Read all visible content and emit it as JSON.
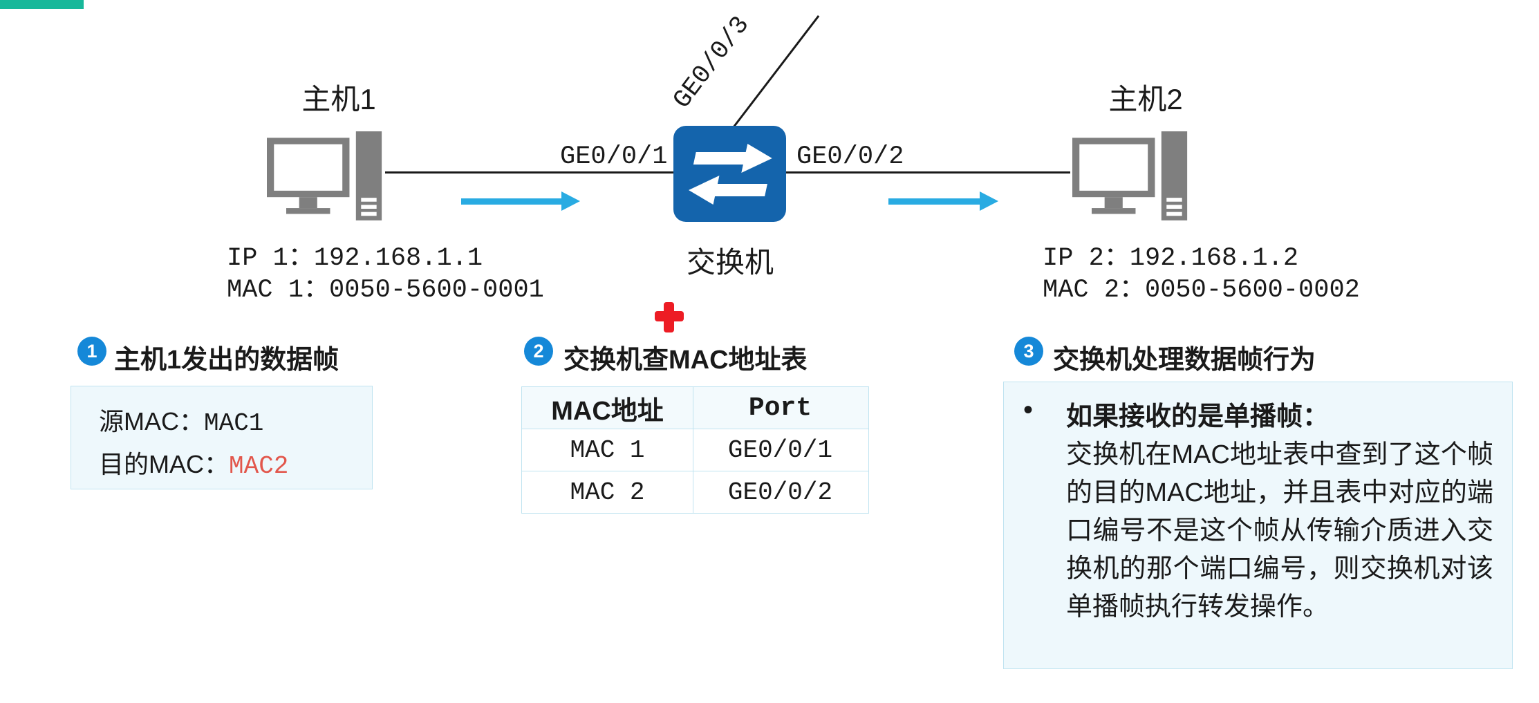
{
  "topology": {
    "host1": {
      "label": "主机1",
      "ip": "IP 1：192.168.1.1",
      "mac": "MAC 1：0050-5600-0001"
    },
    "host2": {
      "label": "主机2",
      "ip": "IP 2：192.168.1.2",
      "mac": "MAC 2：0050-5600-0002"
    },
    "switch": {
      "label": "交换机"
    },
    "ports": {
      "left": "GE0/0/1",
      "right": "GE0/0/2",
      "top": "GE0/0/3"
    }
  },
  "sections": {
    "s1": {
      "num": "1",
      "title": "主机1发出的数据帧",
      "frame": {
        "src_label": "源MAC：",
        "src_value": "MAC1",
        "dst_label": "目的MAC：",
        "dst_value": "MAC2"
      }
    },
    "s2": {
      "num": "2",
      "title": "交换机查MAC地址表",
      "table": {
        "headers": [
          "MAC地址",
          "Port"
        ],
        "rows": [
          [
            "MAC 1",
            "GE0/0/1"
          ],
          [
            "MAC 2",
            "GE0/0/2"
          ]
        ]
      }
    },
    "s3": {
      "num": "3",
      "title": "交换机处理数据帧行为",
      "bullet": "•",
      "heading": "如果接收的是单播帧：",
      "body": "交换机在MAC地址表中查到了这个帧的目的MAC地址，并且表中对应的端口编号不是这个帧从传输介质进入交换机的那个端口编号，则交换机对该单播帧执行转发操作。"
    }
  },
  "colors": {
    "switch_blue": "#1464ac",
    "flow_arrow_blue": "#29abe2",
    "badge_blue": "#1588d8",
    "highlight_red": "#e2574c",
    "cross_red": "#ed1c24",
    "panel_bg": "#eef8fc",
    "panel_border": "#bfe3f0",
    "host_gray": "#7f7f7f",
    "corner_bar_teal": "#18b89a"
  }
}
